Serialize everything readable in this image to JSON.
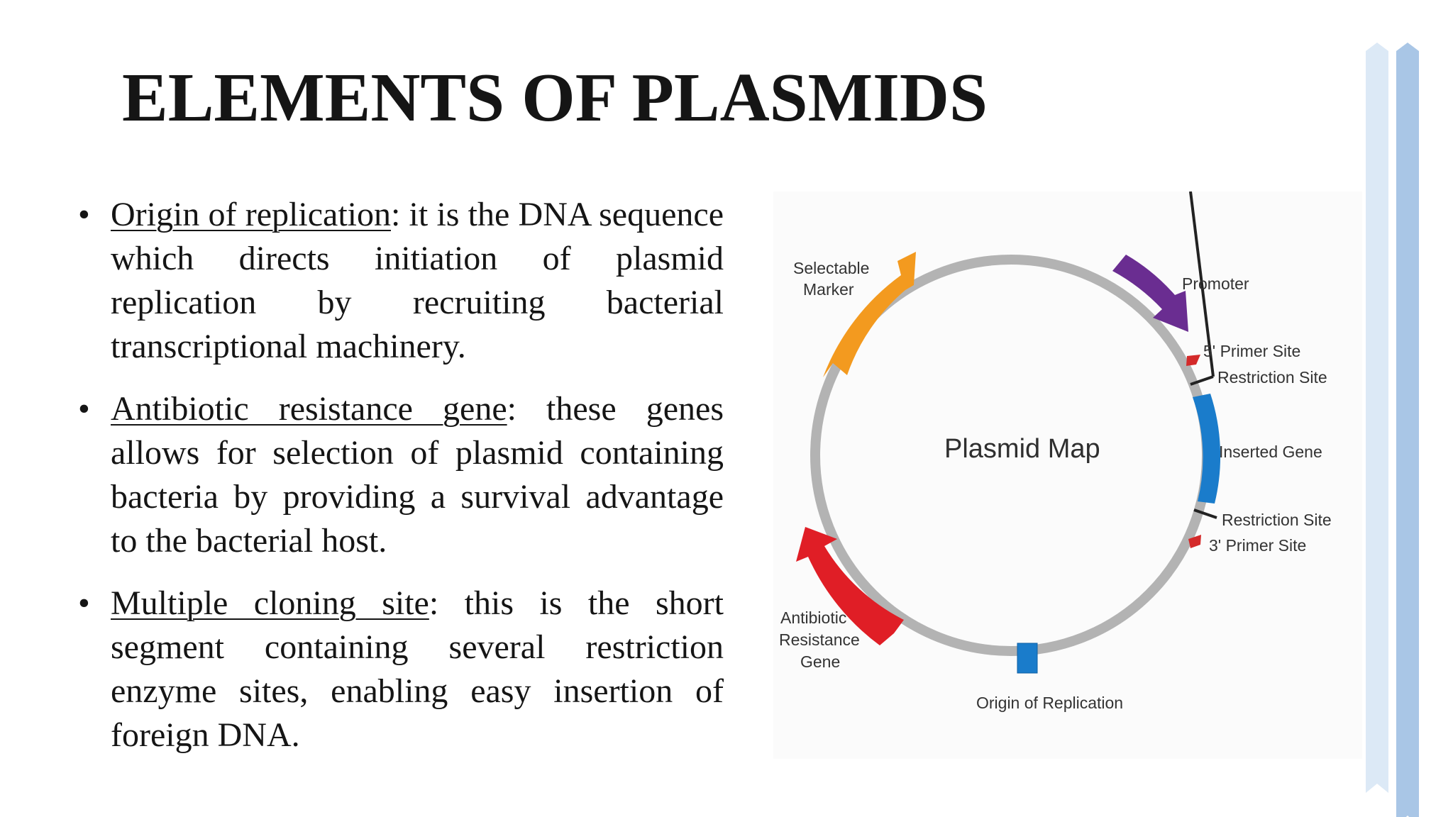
{
  "slide": {
    "title": "ELEMENTS OF PLASMIDS"
  },
  "bullets": [
    {
      "term": "Origin of replication",
      "text": ": it is the DNA sequence which directs initiation of plasmid replication by recruiting bacterial transcriptional machinery."
    },
    {
      "term": "Antibiotic resistance gene",
      "text": ": these genes allows for selection of plasmid containing bacteria by providing a survival advantage to the bacterial host."
    },
    {
      "term": "Multiple cloning site",
      "text": ": this is the short segment containing several restriction enzyme sites, enabling easy insertion of foreign DNA."
    }
  ],
  "plasmid_map": {
    "title": "Plasmid Map",
    "labels": {
      "selectable_marker_1": "Selectable",
      "selectable_marker_2": "Marker",
      "promoter": "Promoter",
      "primer_5": "5' Primer Site",
      "restriction_site_top": "Restriction Site",
      "inserted_gene": "Inserted Gene",
      "restriction_site_bottom": "Restriction Site",
      "primer_3": "3' Primer Site",
      "antibiotic_1": "Antibiotic",
      "antibiotic_2": "Resistance",
      "antibiotic_3": "Gene",
      "origin": "Origin of Replication"
    },
    "colors": {
      "backbone": "#b3b3b3",
      "selectable_marker": "#f39a1f",
      "promoter": "#6a2d91",
      "primer_sites": "#d42a2a",
      "inserted_gene": "#1a7ccb",
      "antibiotic_resistance": "#e01e26",
      "origin": "#1a7ccb"
    }
  },
  "theme": {
    "ribbon_light": "#dce9f6",
    "ribbon_dark": "#a9c6e6"
  }
}
